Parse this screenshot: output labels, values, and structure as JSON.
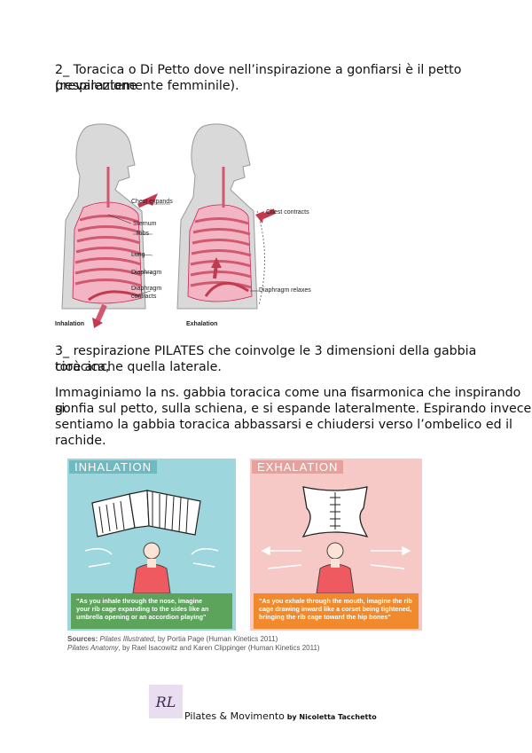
{
  "section2": {
    "line1": "2_ Toracica o Di Petto dove nell’inspirazione a gonfiarsi è il petto (respirazione",
    "line2": "prevalentemente femminile)."
  },
  "figure1": {
    "labels": {
      "chest_expands": "Chest expands",
      "sternum": "Sternum",
      "ribs": "Ribs",
      "lung": "Lung",
      "diaphragm": "Diaphragm",
      "diaphragm_contracts_1": "Diaphragm",
      "diaphragm_contracts_2": "contracts",
      "chest_contracts": "Chest contracts",
      "diaphragm_relaxes": "Diaphragm relaxes"
    },
    "captions": {
      "left": "Inhalation",
      "right": "Exhalation"
    }
  },
  "section3": {
    "line1": "3_ respirazione PILATES che coinvolge le 3 dimensioni della gabbia toracica,",
    "line2": "cioè anche quella laterale."
  },
  "paragraph": {
    "line1": "Immaginiamo la ns. gabbia toracica come una fisarmonica che inspirando si",
    "line2": "gonfia sul petto, sulla schiena, e si espande lateralmente. Espirando invece",
    "line3": "sentiamo la gabbia toracica abbassarsi e chiudersi verso l’ombelico ed il",
    "line4": "rachide."
  },
  "figure2": {
    "inhalation_title": "INHALATION",
    "exhalation_title": "EXHALATION",
    "inhalation_quote_1": "\"As you inhale through the nose, imagine",
    "inhalation_quote_2": "your rib cage expanding to the sides like an",
    "inhalation_quote_3": "umbrella opening or an accordion playing\"",
    "exhalation_quote_1": "\"As you exhale through the mouth, imagine the rib",
    "exhalation_quote_2": "cage drawing inward like a corset being tightened,",
    "exhalation_quote_3": "bringing the rib cage toward the hip bones\"",
    "sources_label": "Sources:",
    "source1_title": "Pilates Illustrated",
    "source1_rest": ", by Portia Page (Human Kinetics 2011)",
    "source2_title": "Pilates Anatomy",
    "source2_rest": ", by Rael Isacowitz and Karen Clippinger (Human Kinetics 2011)",
    "colors": {
      "inhalation_bg": "#9dd6dc",
      "exhalation_bg": "#f6c9c6",
      "inhalation_quote_bg": "#5ca35b",
      "exhalation_quote_bg": "#f08a2c",
      "shirt": "#ef5a60"
    }
  },
  "footer": {
    "logo_text": "RL",
    "brand": "Pilates & Movimento",
    "by": " by Nicoletta Tacchetto"
  }
}
